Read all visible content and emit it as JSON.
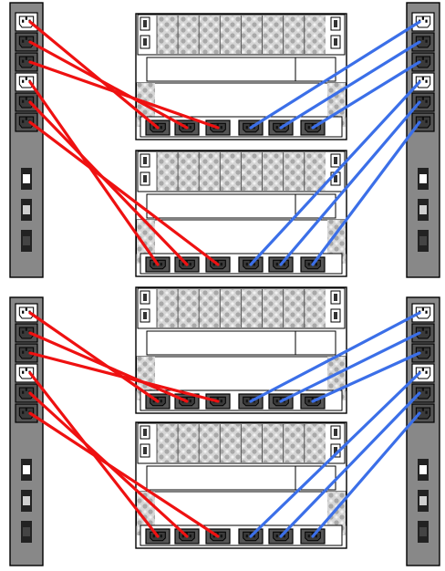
{
  "diagram": {
    "description_visible_text": [],
    "colors": {
      "background": "#ffffff",
      "pdu_body": "#888888",
      "outline": "#000000",
      "red_feed": "#ee1111",
      "blue_feed": "#3b6fe8",
      "outlet_dark": "#3a3a3a",
      "outlet_light": "#ffffff",
      "drive_pattern": "#bbbbbb"
    },
    "pdus": [
      {
        "id": "left-pdu",
        "side": "left",
        "feed_color": "red",
        "outlet_groups": 2,
        "outlets_per_group": 6,
        "lit_outlets_per_group": 2
      },
      {
        "id": "right-pdu",
        "side": "right",
        "feed_color": "blue",
        "outlet_groups": 2,
        "outlets_per_group": 6,
        "lit_outlets_per_group": 2
      }
    ],
    "servers": [
      {
        "id": "server-1",
        "psu_outlets": 6
      },
      {
        "id": "server-2",
        "psu_outlets": 6
      },
      {
        "id": "server-3",
        "psu_outlets": 6
      },
      {
        "id": "server-4",
        "psu_outlets": 6
      }
    ],
    "cables_per_server": {
      "red": 3,
      "blue": 3
    }
  }
}
